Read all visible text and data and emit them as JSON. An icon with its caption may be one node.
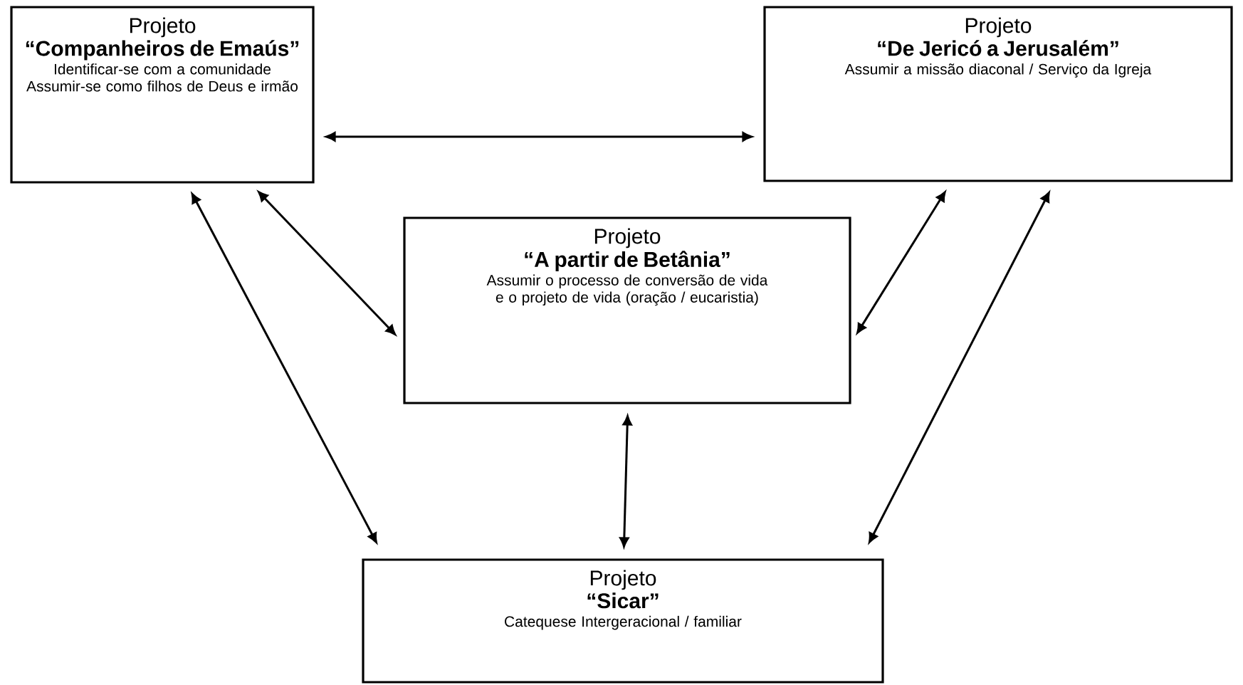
{
  "diagram": {
    "nodes": [
      {
        "text": [
          "Projeto",
          "“Companheiros de Emaús”",
          "Identificar-se com a comunidade Assumir-se como filhos de Deus e irmão"
        ]
      },
      {
        "text": [
          "Projeto",
          "“De Jericó a Jerusalém”",
          "Assumir a missão diaconal / Serviço da Igreja"
        ]
      },
      {
        "text": [
          "Projeto",
          "“A partir de Betânia”",
          "Assumir o processo de conversão de vida e o projeto de vida (oração / eucaristia)"
        ]
      },
      {
        "text": [
          "Projeto",
          "“Sicar”",
          "Catequese Intergeracional / familiar"
        ]
      }
    ],
    "edges": [
      {
        "from": 0,
        "to": 1,
        "arrow": "both"
      },
      {
        "from": 0,
        "to": 2,
        "arrow": "both"
      },
      {
        "from": 1,
        "to": 2,
        "arrow": "both"
      },
      {
        "from": 2,
        "to": 3,
        "arrow": "both"
      },
      {
        "from": 0,
        "to": 3,
        "arrow": "both"
      },
      {
        "from": 1,
        "to": 3,
        "arrow": "both"
      }
    ]
  }
}
